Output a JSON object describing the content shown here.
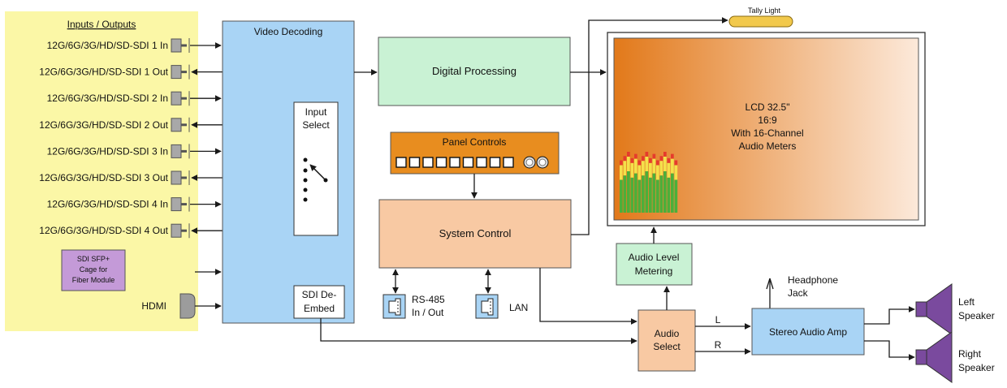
{
  "io_panel": {
    "title": "Inputs / Outputs",
    "ports": [
      "12G/6G/3G/HD/SD-SDI  1 In",
      "12G/6G/3G/HD/SD-SDI  1 Out",
      "12G/6G/3G/HD/SD-SDI  2 In",
      "12G/6G/3G/HD/SD-SDI  2 Out",
      "12G/6G/3G/HD/SD-SDI  3 In",
      "12G/6G/3G/HD/SD-SDI  3 Out",
      "12G/6G/3G/HD/SD-SDI  4 In",
      "12G/6G/3G/HD/SD-SDI  4 Out"
    ],
    "sfp": [
      "SDI SFP+",
      "Cage for",
      "Fiber Module"
    ],
    "hdmi": "HDMI"
  },
  "video_decoding": {
    "title": "Video Decoding",
    "input_select": [
      "Input",
      "Select"
    ],
    "de_embed": [
      "SDI De-",
      "Embed"
    ]
  },
  "digital_processing": "Digital Processing",
  "panel_controls": {
    "title": "Panel Controls",
    "square_buttons": 9,
    "round_buttons": 2
  },
  "system_control": "System Control",
  "rs485": [
    "RS-485",
    "In / Out"
  ],
  "lan": "LAN",
  "tally_light": "Tally Light",
  "lcd": {
    "lines": [
      "LCD 32.5\"",
      "16:9",
      "With 16-Channel",
      "Audio Meters"
    ],
    "meter_channels": 16
  },
  "audio_level_metering": [
    "Audio Level",
    "Metering"
  ],
  "audio_select": [
    "Audio",
    "Select"
  ],
  "channel_labels": {
    "left": "L",
    "right": "R"
  },
  "headphone": [
    "Headphone",
    "Jack"
  ],
  "stereo_amp": "Stereo Audio Amp",
  "left_speaker": [
    "Left",
    "Speaker"
  ],
  "right_speaker": [
    "Right",
    "Speaker"
  ],
  "colors": {
    "io_panel": "#fbf7a6",
    "video_decoding": "#a9d4f5",
    "digital_processing": "#c9f2d4",
    "panel_controls": "#e88d1f",
    "system_control": "#f8c9a3",
    "sfp": "#c49ad8",
    "tally": "#f2c94c",
    "lcd_left": "#e2791a",
    "lcd_right": "#fce9da",
    "speaker": "#7a4a9e",
    "meter_green": "#4caf3a",
    "meter_yellow": "#f4e04b",
    "meter_red": "#e53b2c"
  }
}
